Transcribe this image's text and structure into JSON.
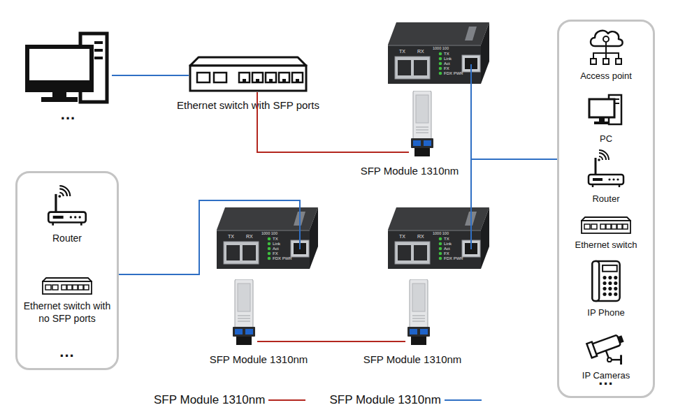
{
  "diagram": {
    "nodes": [
      {
        "text": [
          "..."
        ]
      },
      {
        "text": [
          "Ethernet switch with SFP ports"
        ]
      },
      {
        "text": [
          "TX",
          "RX",
          "1000 100",
          "TX",
          "Link",
          "Act",
          "FX",
          "FDX PWR"
        ]
      },
      {
        "text": [
          "SFP Module 1310nm"
        ]
      },
      {
        "text": [
          "..."
        ]
      },
      {
        "text": [
          "Access point"
        ],
        "in": 4
      },
      {
        "text": [
          "PC"
        ],
        "in": 4
      },
      {
        "text": [
          "Router"
        ],
        "in": 4
      },
      {
        "text": [
          "Ethernet switch"
        ],
        "in": 4
      },
      {
        "text": [
          "IP Phone"
        ],
        "in": 4
      },
      {
        "text": [
          "IP Cameras"
        ],
        "in": 4
      },
      {
        "text": [
          "..."
        ]
      },
      {
        "text": [
          "Router"
        ],
        "in": 11
      },
      {
        "text": [
          "Ethernet switch with no SFP ports"
        ],
        "in": 11
      },
      {
        "text": [
          "TX",
          "RX",
          "1000 100",
          "TX",
          "Link",
          "Act",
          "FX",
          "FDX PWR"
        ]
      },
      {
        "text": [
          "SFP Module 1310nm"
        ]
      },
      {
        "text": [
          "TX",
          "RX",
          "1000 100",
          "TX",
          "Link",
          "Act",
          "FX",
          "FDX PWR"
        ]
      },
      {
        "text": [
          "SFP Module 1310nm"
        ]
      }
    ],
    "edges": [
      {
        "from": 0,
        "to": 1,
        "arrow": "none"
      },
      {
        "from": 1,
        "to": 3,
        "arrow": "none"
      },
      {
        "from": 2,
        "to": 16,
        "arrow": "none"
      },
      {
        "from": 2,
        "to": 4,
        "arrow": "none"
      },
      {
        "from": 16,
        "to": 4,
        "arrow": "none"
      },
      {
        "from": 14,
        "to": 11,
        "arrow": "none"
      },
      {
        "from": 15,
        "to": 17,
        "arrow": "none"
      }
    ],
    "legend": [
      {
        "text": "SFP Module 1310nm"
      },
      {
        "text": "SFP Module 1310nm"
      }
    ]
  }
}
